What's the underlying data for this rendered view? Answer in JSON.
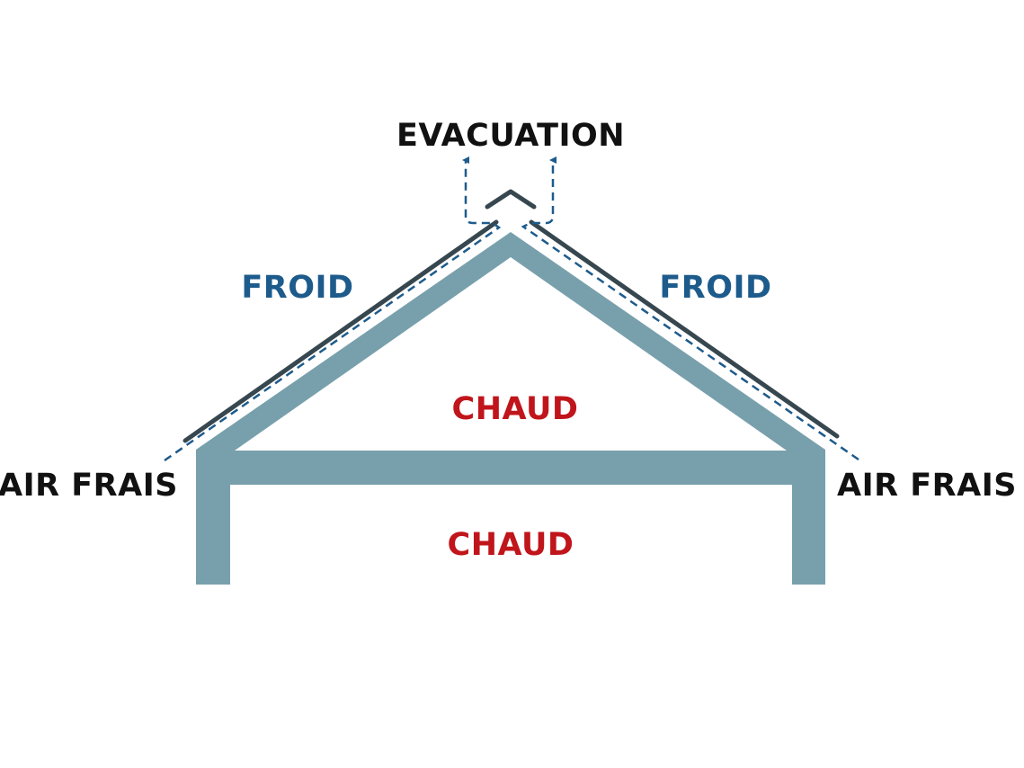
{
  "labels": {
    "evacuation": "EVACUATION",
    "froid_left": "FROID",
    "froid_right": "FROID",
    "chaud_attic": "CHAUD",
    "chaud_house": "CHAUD",
    "air_frais_left": "AIR FRAIS",
    "air_frais_right": "AIR FRAIS"
  },
  "colors": {
    "structure": "#78a0ac",
    "roof_cover": "#37474f",
    "airflow": "#1d5b8c",
    "cold": "#1d5b8c",
    "warm": "#c0151b",
    "neutral": "#111111"
  }
}
